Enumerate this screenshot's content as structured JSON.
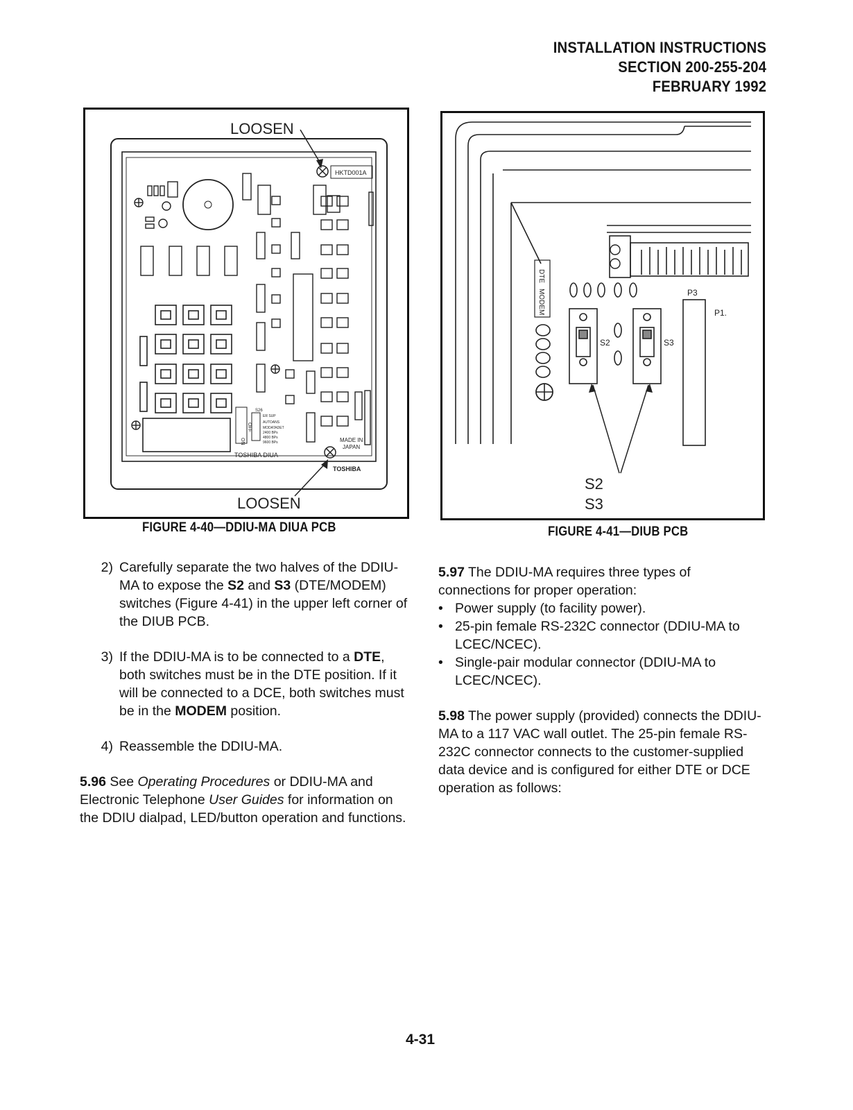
{
  "header": {
    "line1": "INSTALLATION INSTRUCTIONS",
    "line2": "SECTION 200-255-204",
    "line3": "FEBRUARY 1992"
  },
  "figure40": {
    "caption": "FIGURE 4-40—DDIU-MA DIUA PCB",
    "loosen_top": "LOOSEN",
    "loosen_bottom": "LOOSEN",
    "part_code": "HKTD001A",
    "made_in": "MADE IN",
    "japan": "JAPAN",
    "board_name": "TOSHIBA DIUA",
    "brand": "TOSHIBA",
    "switch_on": "ON",
    "switch_off": "OFF",
    "switch_id": "S26",
    "switch_opts": [
      "ER SUP",
      "AUTOANS",
      "MODATADET",
      "2400 BPs",
      "4800 BPs",
      "9600 BPs"
    ]
  },
  "figure41": {
    "caption": "FIGURE 4-41—DIUB PCB",
    "s2": "S2",
    "s3": "S3",
    "p3": "P3",
    "p1": "P1.",
    "s2_big": "S2",
    "s3_big": "S3",
    "dte": "DTE",
    "modem": "MODEM"
  },
  "left": {
    "step2_num": "2)",
    "step3_num": "3)",
    "step4_num": "4)",
    "step2": {
      "a": "Carefully separate the two halves of the DDIU-MA to expose the ",
      "s2": "S2",
      "b": " and ",
      "s3": "S3",
      "c": " (DTE/MODEM) switches (Figure 4-41) in the upper left corner of the DIUB PCB."
    },
    "step3": {
      "a": "If the DDIU-MA is to be connected to a ",
      "dte": "DTE",
      "b": ", both switches must be in the DTE position. If it will be connected to a DCE, both switches must be in the ",
      "modem": "MODEM",
      "c": " position."
    },
    "step4": "Reassemble the DDIU-MA.",
    "p596": {
      "num": "5.96",
      "a": " See ",
      "op": "Operating Procedures",
      "b": " or DDIU-MA and Electronic Telephone ",
      "ug": "User Guides",
      "c": " for information on the DDIU dialpad, LED/button operation and functions."
    }
  },
  "right": {
    "p597_num": "5.97",
    "p597": " The DDIU-MA requires three types of connections for proper operation:",
    "bullet": "•",
    "bullets": [
      "Power supply (to facility power).",
      "25-pin female RS-232C connector (DDIU-MA to LCEC/NCEC).",
      "Single-pair modular connector (DDIU-MA to LCEC/NCEC)."
    ],
    "p598_num": "5.98",
    "p598": " The power supply (provided) connects the DDIU-MA to a 117 VAC wall outlet. The 25-pin female RS-232C connector connects to the customer-supplied data device and is configured for either DTE or DCE operation as follows:"
  },
  "page_number": "4-31"
}
